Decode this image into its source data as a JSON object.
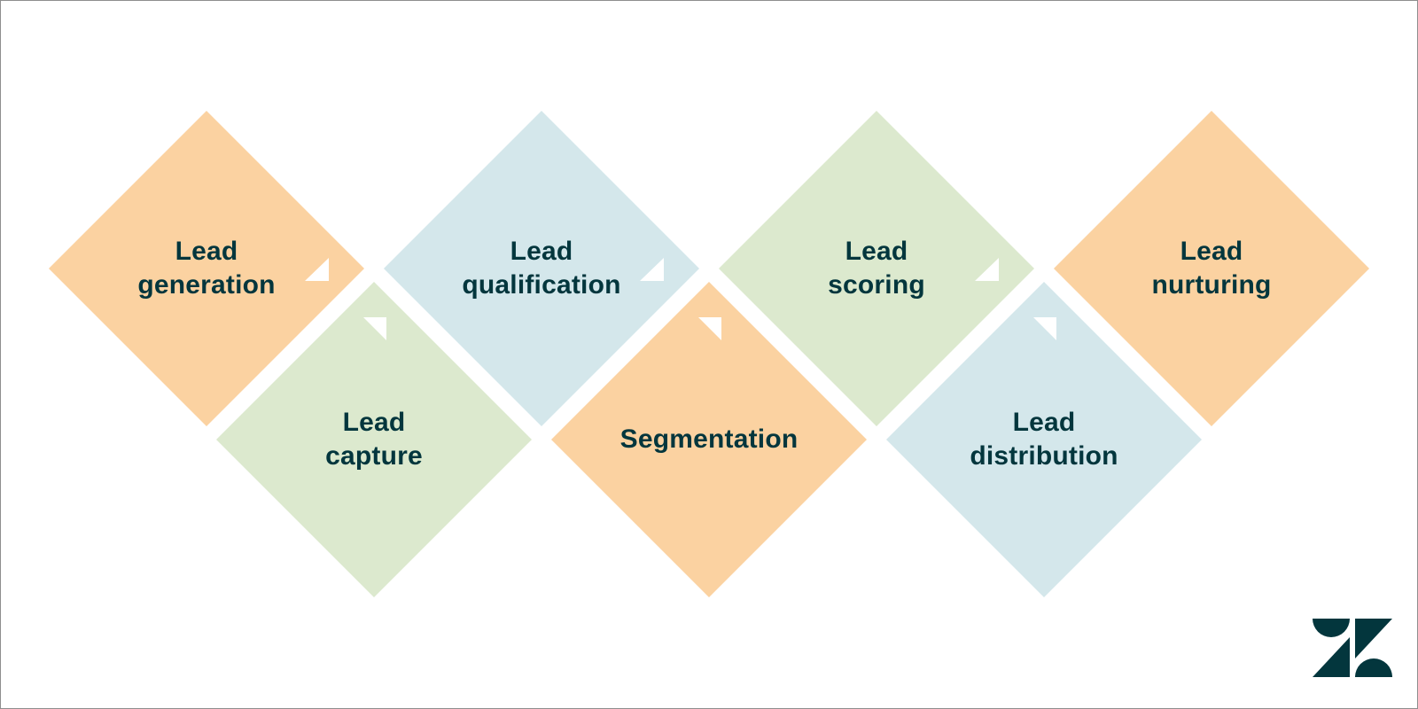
{
  "canvas": {
    "background": "#ffffff",
    "border_color": "#8e8e8e"
  },
  "palette": {
    "orange": "#fbd2a1",
    "green": "#dce9ce",
    "blue": "#d4e7eb",
    "text": "#03363d",
    "arrow": "#ffffff"
  },
  "diagram": {
    "stages": [
      {
        "label": "Lead generation",
        "lines": [
          "Lead",
          "generation"
        ],
        "color": "orange"
      },
      {
        "label": "Lead capture",
        "lines": [
          "Lead",
          "capture"
        ],
        "color": "green"
      },
      {
        "label": "Lead qualification",
        "lines": [
          "Lead",
          "qualification"
        ],
        "color": "blue"
      },
      {
        "label": "Segmentation",
        "lines": [
          "Segmentation"
        ],
        "color": "orange"
      },
      {
        "label": "Lead scoring",
        "lines": [
          "Lead",
          "scoring"
        ],
        "color": "green"
      },
      {
        "label": "Lead distribution",
        "lines": [
          "Lead",
          "distribution"
        ],
        "color": "blue"
      },
      {
        "label": "Lead nurturing",
        "lines": [
          "Lead",
          "nurturing"
        ],
        "color": "orange"
      }
    ]
  },
  "logo": {
    "name": "zendesk-logomark",
    "color": "#03363d"
  }
}
